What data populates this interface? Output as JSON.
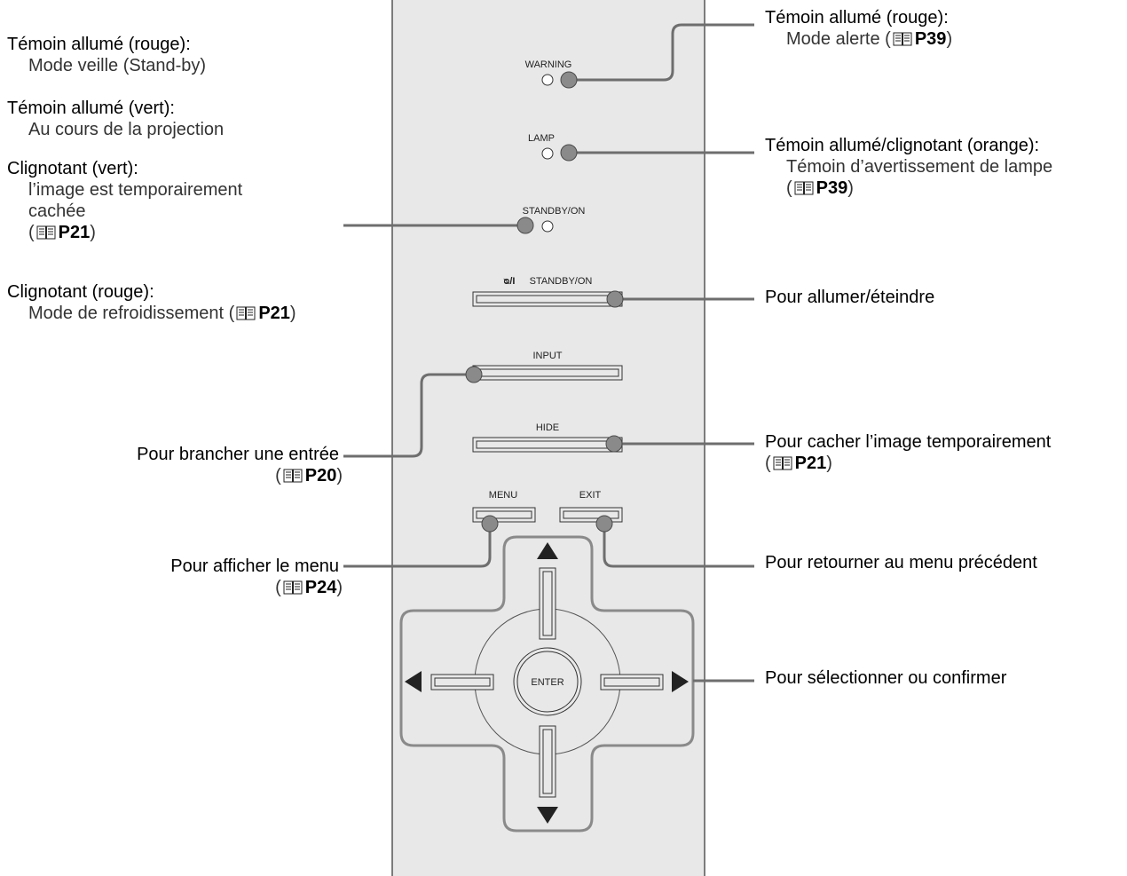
{
  "panel": {
    "warning_label": "WARNING",
    "lamp_label": "LAMP",
    "standby_led_label": "STANDBY/ON",
    "power_symbol": "ᴓ/I",
    "standby_button_label": "STANDBY/ON",
    "input_label": "INPUT",
    "hide_label": "HIDE",
    "menu_label": "MENU",
    "exit_label": "EXIT",
    "enter_label": "ENTER"
  },
  "callouts": {
    "standby_red": {
      "title": "Témoin allumé (rouge):",
      "desc": "Mode veille (Stand-by)"
    },
    "standby_green": {
      "title": "Témoin allumé (vert):",
      "desc": "Au cours de la projection"
    },
    "blink_green": {
      "title": "Clignotant (vert):",
      "desc1": "l’image est temporairement",
      "desc2": "cachée",
      "ref": "P21"
    },
    "blink_red": {
      "title": "Clignotant (rouge):",
      "desc": "Mode de refroidissement (",
      "ref": "P21"
    },
    "warning": {
      "title": "Témoin allumé (rouge):",
      "desc": "Mode alerte (",
      "ref": "P39"
    },
    "lamp": {
      "title": "Témoin allumé/clignotant (orange):",
      "desc": "Témoin d’avertissement de lampe",
      "ref": "P39"
    },
    "power": {
      "text": "Pour allumer/éteindre"
    },
    "input": {
      "text": "Pour brancher une entrée",
      "ref": "P20"
    },
    "hide": {
      "text": "Pour cacher l’image temporairement",
      "ref": "P21"
    },
    "menu": {
      "text": "Pour afficher le menu",
      "ref": "P24"
    },
    "exit": {
      "text": "Pour retourner au menu précédent"
    },
    "select": {
      "text": "Pour sélectionner ou confirmer"
    }
  },
  "colors": {
    "panel_fill": "#e8e8e8",
    "leader_line": "#6e6e6e",
    "dot_fill": "#8a8a8a"
  },
  "icons": {
    "reference": "book-icon",
    "up": "arrow-up-icon",
    "down": "arrow-down-icon",
    "left": "arrow-left-icon",
    "right": "arrow-right-icon"
  }
}
